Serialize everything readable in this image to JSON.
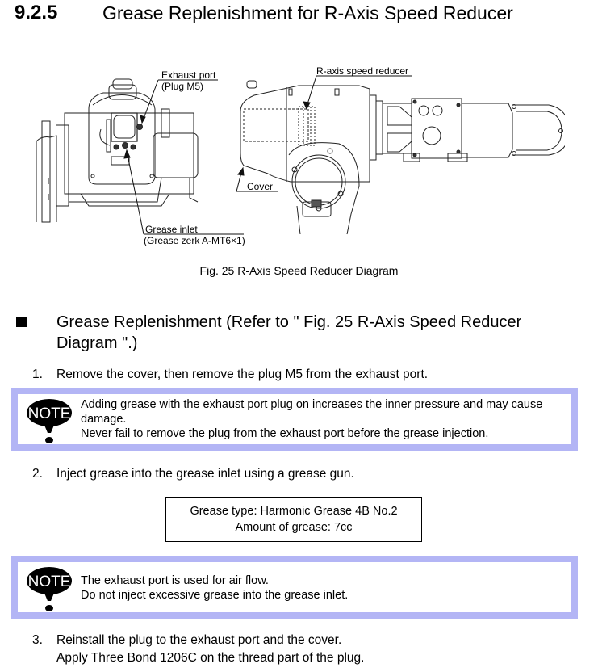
{
  "section": {
    "number": "9.2.5",
    "title": "Grease Replenishment for R-Axis Speed Reducer"
  },
  "figure": {
    "callouts": {
      "exhaust_port": "Exhaust port",
      "exhaust_port_detail": "(Plug M5)",
      "grease_inlet": "Grease inlet",
      "grease_inlet_detail": "(Grease zerk A-MT6×1)",
      "r_axis_speed_reducer": "R-axis speed reducer",
      "cover": "Cover"
    },
    "caption": "Fig. 25  R-Axis Speed Reducer Diagram"
  },
  "procedure": {
    "heading": "Grease Replenishment (Refer to \" Fig. 25  R-Axis Speed Reducer Diagram \".)",
    "steps": [
      {
        "num": "1.",
        "lines": [
          "Remove the cover, then remove the plug M5 from the exhaust port."
        ]
      },
      {
        "num": "2.",
        "lines": [
          "Inject grease into the grease inlet using a grease gun."
        ]
      },
      {
        "num": "3.",
        "lines": [
          "Reinstall the plug to the exhaust port and the cover.",
          "Apply Three Bond 1206C on the thread part of the plug."
        ]
      }
    ]
  },
  "notes": [
    {
      "icon": "NOTE",
      "lines": [
        "Adding grease with the exhaust port plug on increases the inner pressure and may cause damage.",
        "Never fail to remove the plug from the exhaust port before the grease injection."
      ]
    },
    {
      "icon": "NOTE",
      "lines": [
        "The exhaust port is used for air flow.",
        "Do not inject excessive grease into the grease inlet."
      ]
    }
  ],
  "spec": {
    "grease_type": "Grease type: Harmonic Grease 4B No.2",
    "amount": "Amount of grease: 7cc"
  },
  "colors": {
    "note_border": "#b3b5f5"
  }
}
